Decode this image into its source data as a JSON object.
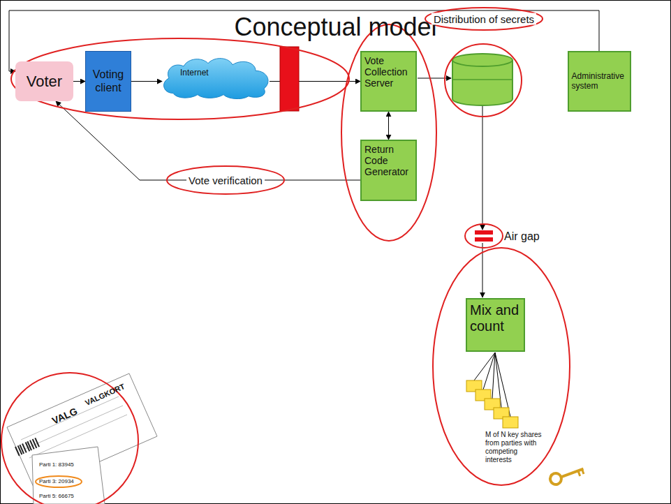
{
  "diagram": {
    "title": "Conceptual model",
    "nodes": [
      {
        "text": [
          "Voter"
        ]
      },
      {
        "text": [
          "Voting client"
        ]
      },
      {
        "text": [
          "Internet"
        ]
      },
      {
        "text": [
          "Vote Collection Server"
        ]
      },
      {
        "text": [
          "Administrative system"
        ]
      },
      {
        "text": [
          "Return Code Generator"
        ]
      },
      {
        "text": [
          "Mix and count"
        ]
      }
    ],
    "edges": [
      {
        "from": 0,
        "to": 1,
        "arrow": "to"
      },
      {
        "from": 1,
        "to": 2,
        "arrow": "to"
      },
      {
        "from": 2,
        "to": 3,
        "arrow": "to"
      },
      {
        "from": 3,
        "to": 5,
        "arrow": "both"
      },
      {
        "from": 4,
        "to": 0,
        "label": "Distribution of secrets",
        "arrow": "to"
      },
      {
        "from": 5,
        "to": 0,
        "label": "Vote verification",
        "arrow": "to"
      }
    ],
    "labels": [
      "Air gap",
      "M of N key shares from parties with competing interests",
      "VALG",
      "VALGKORT",
      "Parti 1: 83945",
      "Parti 3: 20934",
      "Parti 5: 66675"
    ]
  }
}
